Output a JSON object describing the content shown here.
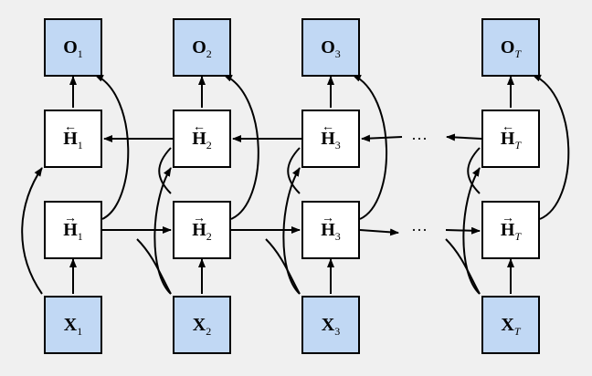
{
  "columns": [
    {
      "input": "X",
      "input_sub": "1",
      "forward": "H",
      "forward_sub": "1",
      "backward": "H",
      "backward_sub": "1",
      "output": "O",
      "output_sub": "1"
    },
    {
      "input": "X",
      "input_sub": "2",
      "forward": "H",
      "forward_sub": "2",
      "backward": "H",
      "backward_sub": "2",
      "output": "O",
      "output_sub": "2"
    },
    {
      "input": "X",
      "input_sub": "3",
      "forward": "H",
      "forward_sub": "3",
      "backward": "H",
      "backward_sub": "3",
      "output": "O",
      "output_sub": "3"
    },
    {
      "input": "X",
      "input_sub": "T",
      "forward": "H",
      "forward_sub": "T",
      "backward": "H",
      "backward_sub": "T",
      "output": "O",
      "output_sub": "T"
    }
  ],
  "forward_arrow_glyph": "→",
  "backward_arrow_glyph": "←",
  "ellipsis": "···",
  "colors": {
    "io_fill": "#c1d8f4",
    "hidden_fill": "#ffffff",
    "stroke": "#000000",
    "background": "#f0f0f0"
  }
}
